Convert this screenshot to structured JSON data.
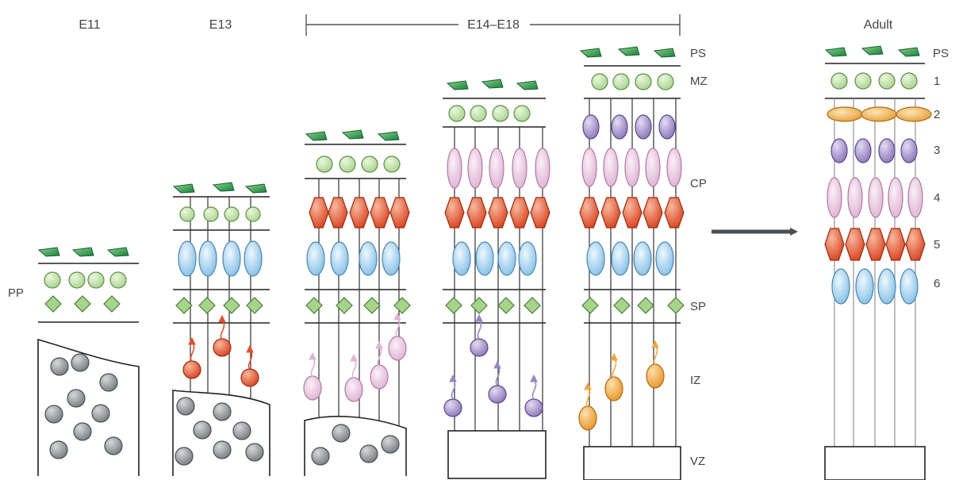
{
  "stages": {
    "e11": "E11",
    "e13": "E13",
    "e14_e18": "E14–E18",
    "adult": "Adult"
  },
  "zones": {
    "pp": "PP",
    "ps": "PS",
    "mz": "MZ",
    "cp": "CP",
    "sp": "SP",
    "iz": "IZ",
    "vz": "VZ"
  },
  "adult_layers": {
    "ps": "PS",
    "l1": "1",
    "l2": "2",
    "l3": "3",
    "l4": "4",
    "l5": "5",
    "l6": "6"
  },
  "colors": {
    "pial": "#2e9a4a",
    "mz_cell": "#b7dc9a",
    "sp_cell": "#9fcf86",
    "cajal": "#e9a63a",
    "upper": "#9a86c4",
    "layer4": "#e6bfdb",
    "layer5": "#e0643a",
    "layer6": "#8fc6e6",
    "progenitor": "#8c9296",
    "migrating_red": "#e1502c",
    "migrating_pink": "#e2b2d4",
    "migrating_purple": "#9a84c2",
    "migrating_orange": "#efa640",
    "arrow": "#4a4f54"
  }
}
